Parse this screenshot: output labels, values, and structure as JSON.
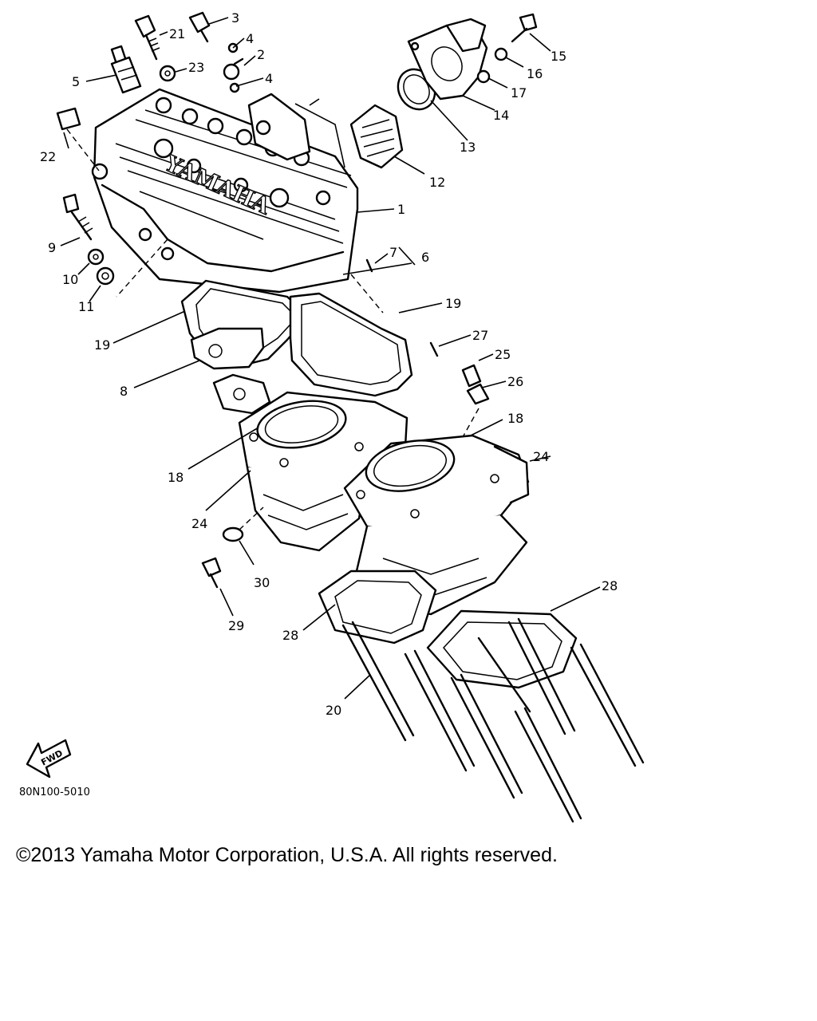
{
  "diagram": {
    "brand_mark": "YAMAHA",
    "direction_mark": "FWD",
    "diagram_code": "80N100-5010",
    "callouts": [
      {
        "id": "c1",
        "label": "1"
      },
      {
        "id": "c2",
        "label": "2"
      },
      {
        "id": "c3",
        "label": "3"
      },
      {
        "id": "c4a",
        "label": "4"
      },
      {
        "id": "c4b",
        "label": "4"
      },
      {
        "id": "c5",
        "label": "5"
      },
      {
        "id": "c6",
        "label": "6"
      },
      {
        "id": "c7",
        "label": "7"
      },
      {
        "id": "c8",
        "label": "8"
      },
      {
        "id": "c9",
        "label": "9"
      },
      {
        "id": "c10",
        "label": "10"
      },
      {
        "id": "c11",
        "label": "11"
      },
      {
        "id": "c12",
        "label": "12"
      },
      {
        "id": "c13",
        "label": "13"
      },
      {
        "id": "c14",
        "label": "14"
      },
      {
        "id": "c15",
        "label": "15"
      },
      {
        "id": "c16",
        "label": "16"
      },
      {
        "id": "c17",
        "label": "17"
      },
      {
        "id": "c18a",
        "label": "18"
      },
      {
        "id": "c18b",
        "label": "18"
      },
      {
        "id": "c19a",
        "label": "19"
      },
      {
        "id": "c19b",
        "label": "19"
      },
      {
        "id": "c20",
        "label": "20"
      },
      {
        "id": "c21",
        "label": "21"
      },
      {
        "id": "c22",
        "label": "22"
      },
      {
        "id": "c23",
        "label": "23"
      },
      {
        "id": "c24a",
        "label": "24"
      },
      {
        "id": "c24b",
        "label": "24"
      },
      {
        "id": "c25",
        "label": "25"
      },
      {
        "id": "c26",
        "label": "26"
      },
      {
        "id": "c27",
        "label": "27"
      },
      {
        "id": "c28a",
        "label": "28"
      },
      {
        "id": "c28b",
        "label": "28"
      },
      {
        "id": "c29",
        "label": "29"
      },
      {
        "id": "c30",
        "label": "30"
      }
    ]
  },
  "footer": {
    "copyright": "©2013 Yamaha Motor Corporation, U.S.A. All rights reserved."
  }
}
